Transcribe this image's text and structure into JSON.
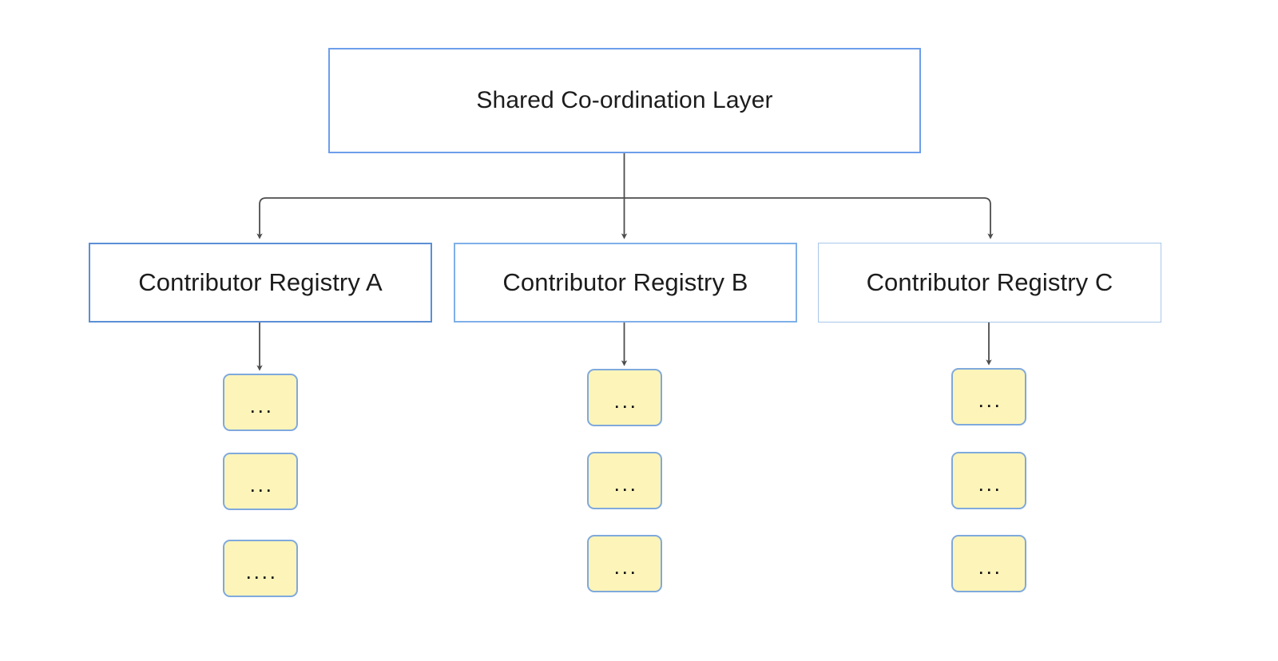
{
  "diagram": {
    "title": "Shared Co-ordination Layer hierarchy",
    "background_color": "#ffffff",
    "root": {
      "label": "Shared Co-ordination Layer",
      "border_color": "#6d9eeb",
      "fill_color": "#ffffff"
    },
    "registries": [
      {
        "id": "registry-a",
        "label": "Contributor Registry A",
        "border_color": "#5b8fd4",
        "fill_color": "#ffffff",
        "leaves": [
          {
            "id": "leaf-a1",
            "label": "..."
          },
          {
            "id": "leaf-a2",
            "label": "..."
          },
          {
            "id": "leaf-a3",
            "label": "...."
          }
        ]
      },
      {
        "id": "registry-b",
        "label": "Contributor Registry B",
        "border_color": "#7fb0e8",
        "fill_color": "#ffffff",
        "leaves": [
          {
            "id": "leaf-b1",
            "label": "..."
          },
          {
            "id": "leaf-b2",
            "label": "..."
          },
          {
            "id": "leaf-b3",
            "label": "..."
          }
        ]
      },
      {
        "id": "registry-c",
        "label": "Contributor Registry C",
        "border_color": "#a8c7ea",
        "fill_color": "#ffffff",
        "leaves": [
          {
            "id": "leaf-c1",
            "label": "..."
          },
          {
            "id": "leaf-c2",
            "label": "..."
          },
          {
            "id": "leaf-c3",
            "label": "..."
          }
        ]
      }
    ],
    "leaf_style": {
      "fill_color": "#fdf4b9",
      "border_color": "#7fa9dc"
    },
    "connector_color": "#4d4d4d"
  }
}
